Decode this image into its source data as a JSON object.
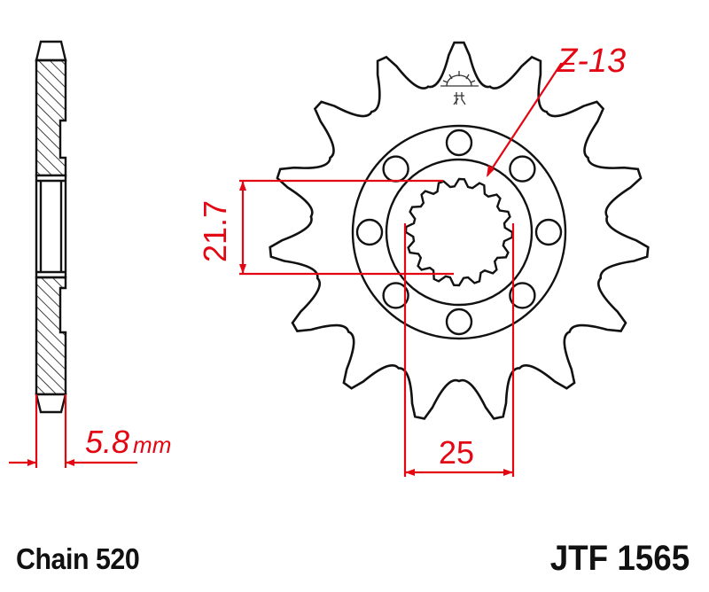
{
  "drawing": {
    "type": "front sprocket technical drawing",
    "part_number": "JTF 1565",
    "chain_label": "Chain 520",
    "teeth_label": "Z-13",
    "tooth_count_drawn": 15,
    "dimensions": {
      "thickness_value": "5.8",
      "thickness_unit": "mm",
      "spline_width": "25",
      "spline_height": "21.7"
    },
    "colors": {
      "outline": "#111111",
      "dimension": "#e30613",
      "background": "#ffffff"
    },
    "icons": [
      "manufacturer-logo-icon",
      "hatched-section-profile"
    ]
  }
}
